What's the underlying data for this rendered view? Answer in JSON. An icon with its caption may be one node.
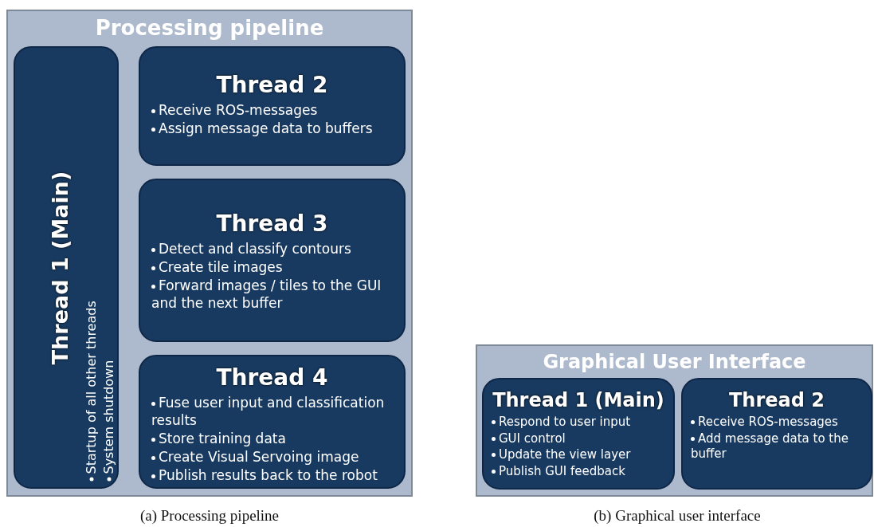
{
  "diagram": {
    "nodes": [
      {
        "text": [
          "Processing pipeline"
        ]
      },
      {
        "text": [
          "Thread 1 (Main)",
          "Startup of all other threads",
          "System shutdown"
        ],
        "in": 0
      },
      {
        "text": [
          "Thread 2",
          "Receive ROS-messages",
          "Assign message data to buffers"
        ],
        "in": 0
      },
      {
        "text": [
          "Thread 3",
          "Detect and classify contours",
          "Create tile images",
          "Forward images / tiles to the GUI and the next buffer"
        ],
        "in": 0
      },
      {
        "text": [
          "Thread 4",
          "Fuse user input and classification results",
          "Store training data",
          "Create Visual Servoing image",
          "Publish results back to the robot"
        ],
        "in": 0
      },
      {
        "text": [
          "Graphical User Interface"
        ]
      },
      {
        "text": [
          "Thread 1 (Main)",
          "Respond to user input",
          "GUI control",
          "Update the view layer",
          "Publish GUI feedback"
        ],
        "in": 5
      },
      {
        "text": [
          "Thread 2",
          "Receive ROS-messages",
          "Add message data to the buffer"
        ],
        "in": 5
      }
    ],
    "edges": [],
    "labels": [
      "(a) Processing pipeline",
      "(b) Graphical user interface"
    ]
  }
}
